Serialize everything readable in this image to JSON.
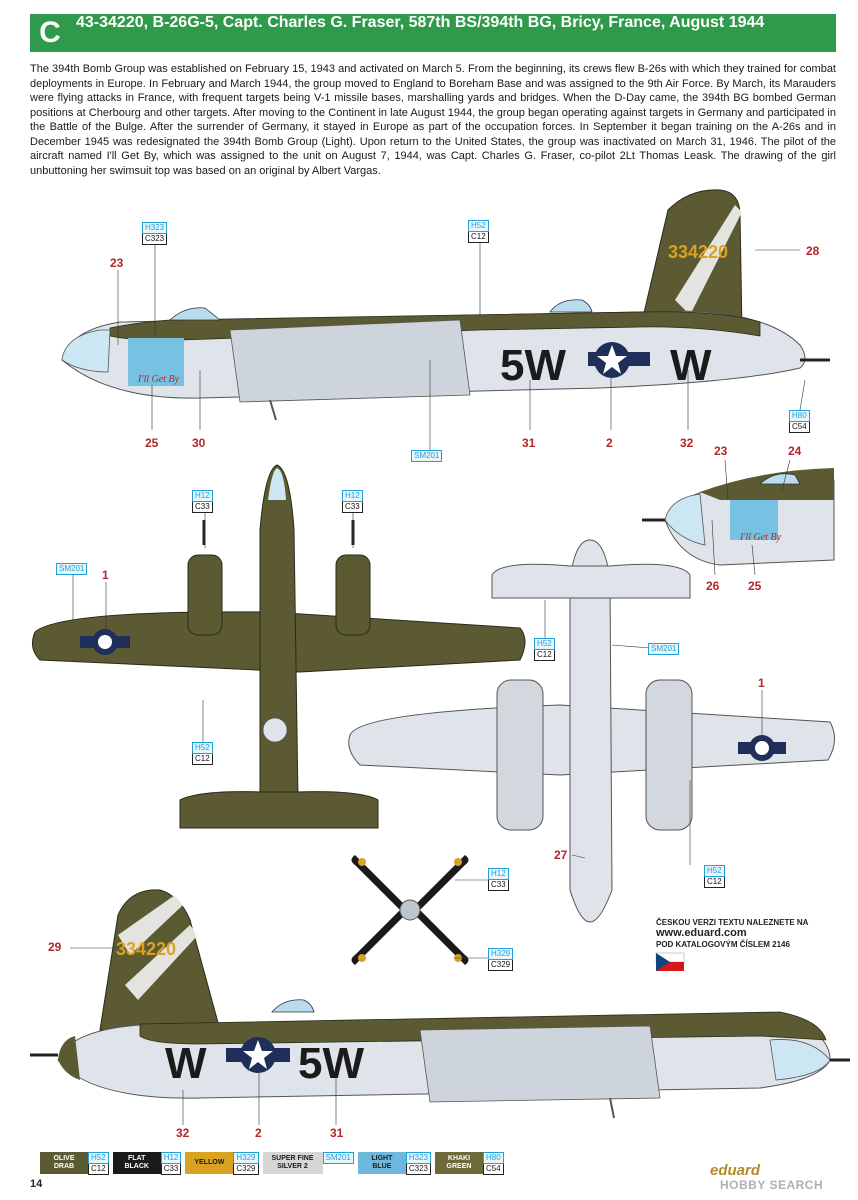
{
  "header": {
    "letter": "C",
    "title": "43-34220, B-26G-5, Capt. Charles G. Fraser, 587th BS/394th BG, Bricy, France, August 1944"
  },
  "intro_text": "The 394th Bomb Group was established on February 15, 1943 and activated on March 5. From the beginning, its crews flew B-26s with which they trained for combat deployments in Europe. In February and March 1944, the group moved to England to Boreham Base and was assigned to the 9th Air Force. By March, its Marauders were flying attacks in France, with frequent targets being V-1 missile bases, marshalling yards and bridges. When the D-Day came, the 394th BG bombed German positions at Cherbourg and other targets. After moving to the Continent in late August 1944, the group began operating against targets in Germany and participated in the Battle of the Bulge. After the surrender of Germany, it stayed in Europe as part of the occupation forces. In September it began training on the A-26s and in December 1945 was redesignated the 394th Bomb Group (Light). Upon return to the United States, the group was inactivated on March 31, 1946. The pilot of the aircraft named I'll Get By, which was assigned to the unit on August 7, 1944, was Capt. Charles G. Fraser, co-pilot 2Lt Thomas Leask. The drawing of the girl unbuttoning her swimsuit top was based on an original by Albert Vargas.",
  "markings": {
    "serial": "334220",
    "code_letters": "5W",
    "individual_letter": "W",
    "nose_art_name": "I'll Get By"
  },
  "refs": {
    "r1": {
      "h": "H323",
      "c": "C323"
    },
    "r2": {
      "h": "H52",
      "c": "C12"
    },
    "r3": {
      "h": "H80",
      "c": "C54"
    },
    "r4": {
      "h": "SM201"
    },
    "r5": {
      "h": "H12",
      "c": "C33"
    },
    "r6": {
      "h": "H12",
      "c": "C33"
    },
    "r7": {
      "h": "SM201"
    },
    "r8": {
      "h": "H52",
      "c": "C12"
    },
    "r9": {
      "h": "H52",
      "c": "C12"
    },
    "r10": {
      "h": "SM201"
    },
    "r11": {
      "h": "H52",
      "c": "C12"
    },
    "r12": {
      "h": "H12",
      "c": "C33"
    },
    "r13": {
      "h": "H329",
      "c": "C329"
    }
  },
  "callouts": {
    "n23a": "23",
    "n28": "28",
    "n25a": "25",
    "n30": "30",
    "n31a": "31",
    "n2a": "2",
    "n32a": "32",
    "n23b": "23",
    "n24": "24",
    "n26": "26",
    "n25b": "25",
    "n1a": "1",
    "n1b": "1",
    "n27": "27",
    "n29": "29",
    "n32b": "32",
    "n2b": "2",
    "n31b": "31"
  },
  "czech_note": {
    "line1": "ČESKOU VERZI TEXTU NALEZNETE NA",
    "url": "www.eduard.com",
    "line2": "POD KATALOGOVÝM ČÍSLEM 2146"
  },
  "palette": [
    {
      "name": "OLIVE DRAB",
      "color": "#5b5a33",
      "text": "#ffffff",
      "h": "H52",
      "c": "C12"
    },
    {
      "name": "FLAT BLACK",
      "color": "#1b1b1b",
      "text": "#ffffff",
      "h": "H12",
      "c": "C33"
    },
    {
      "name": "YELLOW",
      "color": "#d9a321",
      "text": "#1b1b1b",
      "h": "H329",
      "c": "C329"
    },
    {
      "name": "SUPER FINE SILVER 2",
      "color": "#d6d6d6",
      "text": "#1b1b1b",
      "h": "SM201",
      "c": ""
    },
    {
      "name": "LIGHT BLUE",
      "color": "#6fb8dd",
      "text": "#1b1b1b",
      "h": "H323",
      "c": "C323"
    },
    {
      "name": "KHAKI GREEN",
      "color": "#6d6a3a",
      "text": "#ffffff",
      "h": "H80",
      "c": "C54"
    }
  ],
  "footer": {
    "page_number": "14",
    "brand": "eduard",
    "watermark": "HOBBY SEARCH"
  },
  "colors": {
    "header_green": "#2e9a4a",
    "olive_drab": "#5b5a33",
    "aluminium": "#dfe4ea",
    "callout_red": "#b3262b",
    "ref_blue": "#1fa0d8"
  }
}
